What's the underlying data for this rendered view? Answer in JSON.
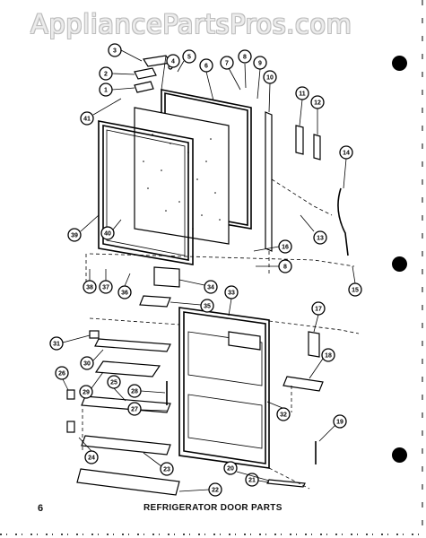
{
  "watermark": "AppliancePartsPros.com",
  "page_number": "6",
  "caption": "REFRIGERATOR DOOR PARTS",
  "callouts": [
    "1",
    "2",
    "3",
    "4",
    "5",
    "6",
    "7",
    "8",
    "9",
    "10",
    "11",
    "12",
    "13",
    "14",
    "15",
    "16",
    "8",
    "38",
    "37",
    "36",
    "34",
    "35",
    "33",
    "17",
    "18",
    "31",
    "30",
    "29",
    "25",
    "28",
    "26",
    "27",
    "32",
    "19",
    "24",
    "23",
    "22",
    "21",
    "20",
    "39",
    "40",
    "41"
  ]
}
